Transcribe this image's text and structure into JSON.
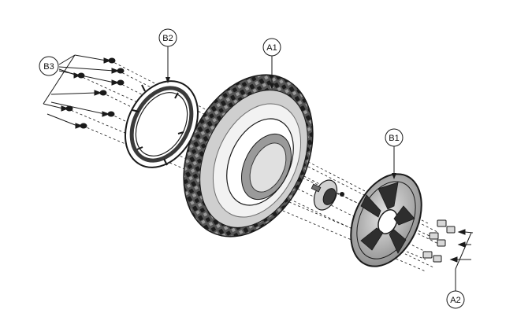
{
  "diagram": {
    "callouts": [
      {
        "id": "B3",
        "label": "B3"
      },
      {
        "id": "B2",
        "label": "B2"
      },
      {
        "id": "A1",
        "label": "A1"
      },
      {
        "id": "B1",
        "label": "B1"
      },
      {
        "id": "A2",
        "label": "A2"
      }
    ],
    "colors": {
      "line": "#1a1a1a",
      "tire_dark": "#2b2b2b",
      "tire_mid": "#6e6e6e",
      "tire_light": "#d9d9d9",
      "rim_dark": "#3a3a3a",
      "rim_light": "#bdbdbd",
      "background": "#ffffff"
    }
  }
}
